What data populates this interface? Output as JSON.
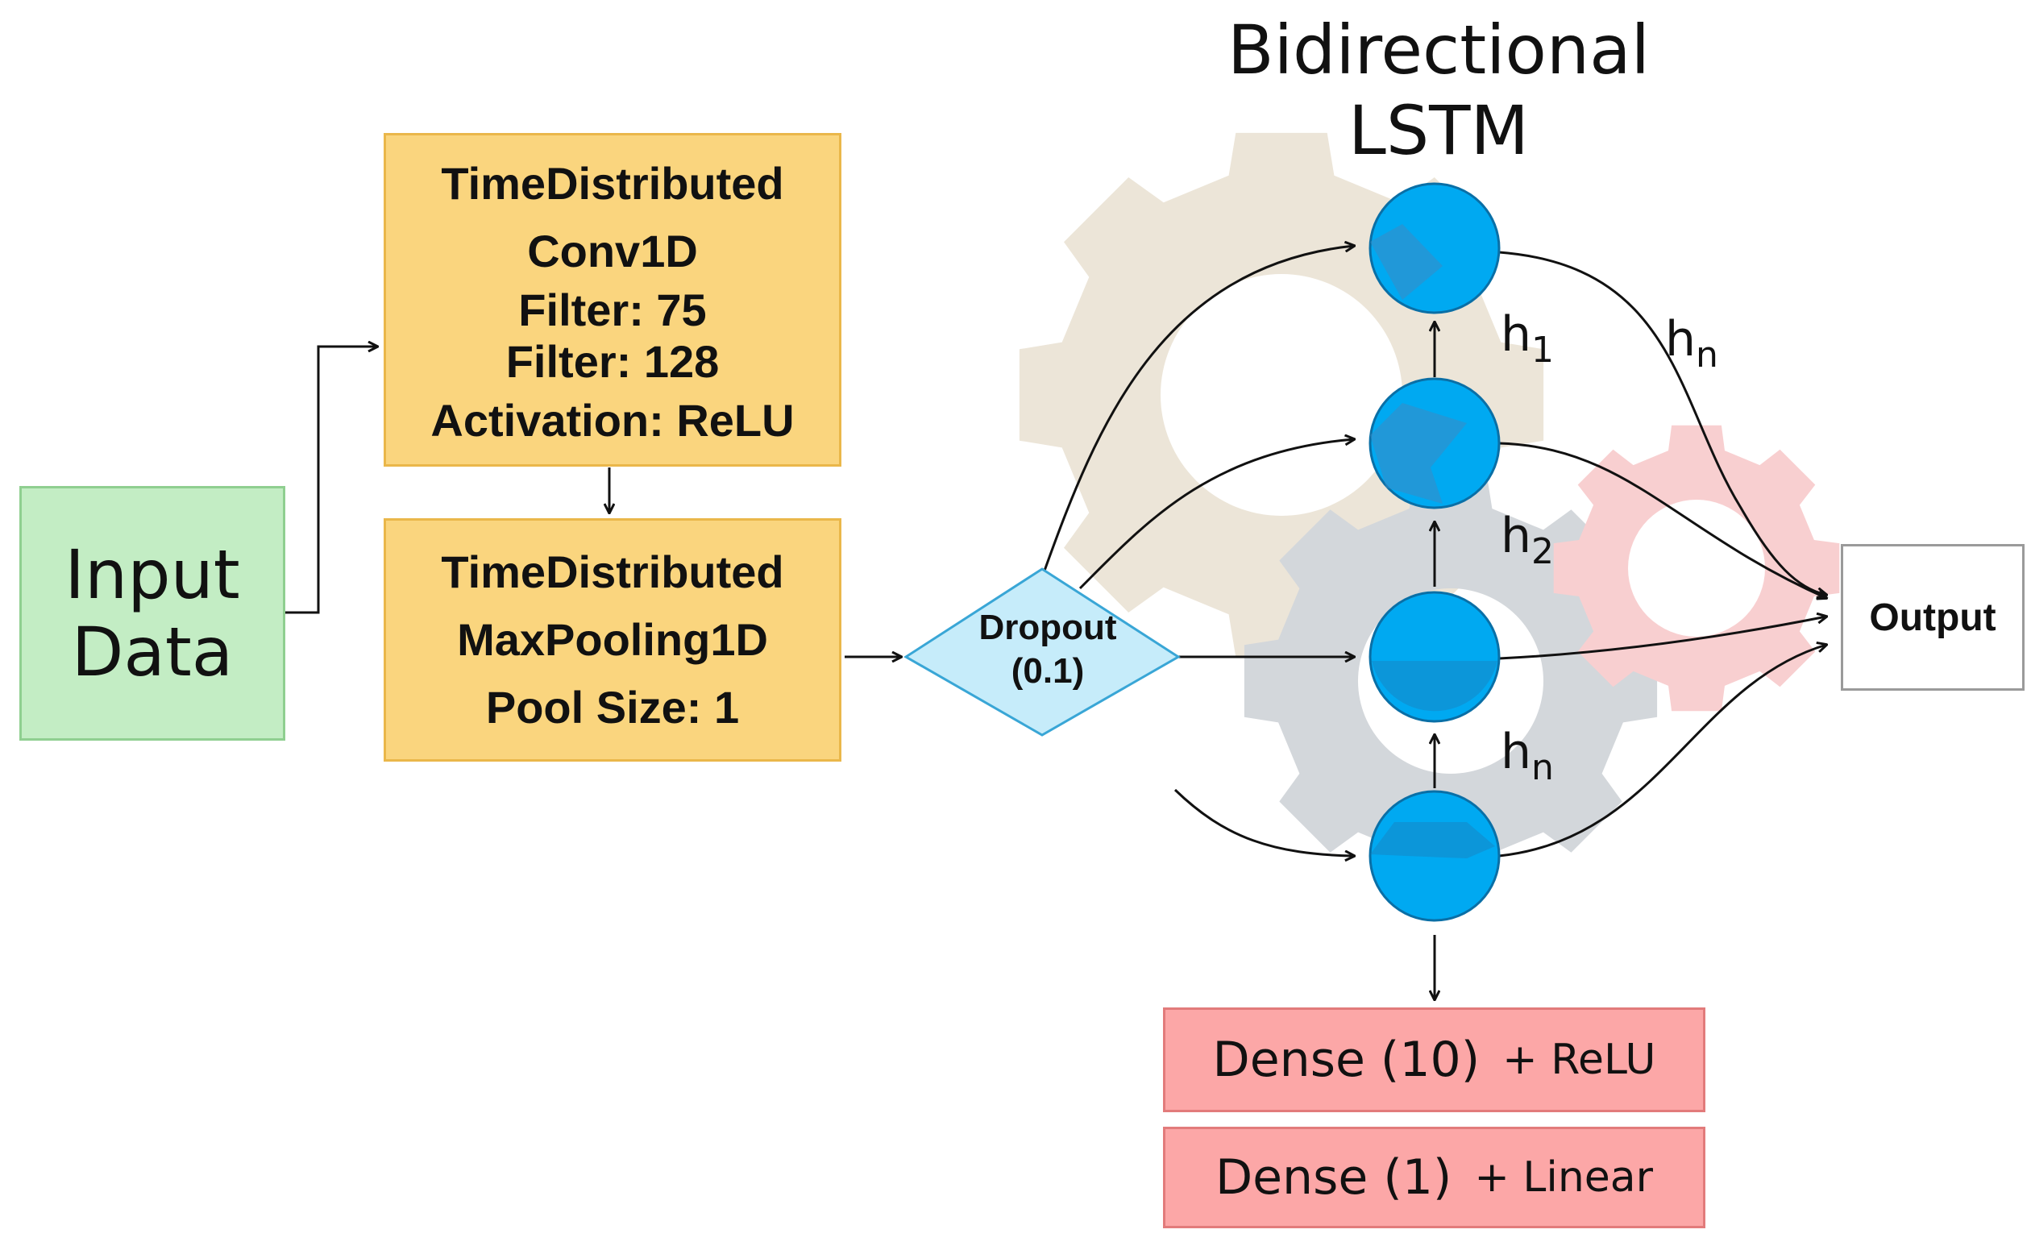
{
  "diagram": {
    "title": "Bidirectional LSTM",
    "title_lines": [
      "Bidirectional",
      "LSTM"
    ],
    "input": {
      "lines": [
        "Input",
        "Data"
      ]
    },
    "conv_block": {
      "lines": [
        "TimeDistributed",
        "Conv1D",
        "Filter: 75",
        "Filter: 128",
        "Activation: ReLU"
      ]
    },
    "pool_block": {
      "lines": [
        "TimeDistributed",
        "MaxPooling1D",
        "Pool Size: 1"
      ]
    },
    "dropout": {
      "lines": [
        "Dropout",
        "(0.1)"
      ]
    },
    "lstm_labels": [
      {
        "base": "h",
        "sub": "1"
      },
      {
        "base": "h",
        "sub": "2"
      },
      {
        "base": "h",
        "sub": "n"
      },
      {
        "base": "h",
        "sub": "n"
      }
    ],
    "output": {
      "label": "Output"
    },
    "dense_layers": [
      {
        "label": "Dense (10)",
        "activation": "+ ReLU"
      },
      {
        "label": "Dense (1)",
        "activation": "+ Linear"
      }
    ],
    "colors": {
      "input_fill": "#c3edc4",
      "block_fill": "#fad57e",
      "dropout_fill": "#c6ecfa",
      "node_fill": "#00a9f1",
      "dense_fill": "#fca7a7",
      "gear_beige": "#ece5d8",
      "gear_gray": "#d3d7db",
      "gear_pink": "#f8cfd0"
    }
  }
}
